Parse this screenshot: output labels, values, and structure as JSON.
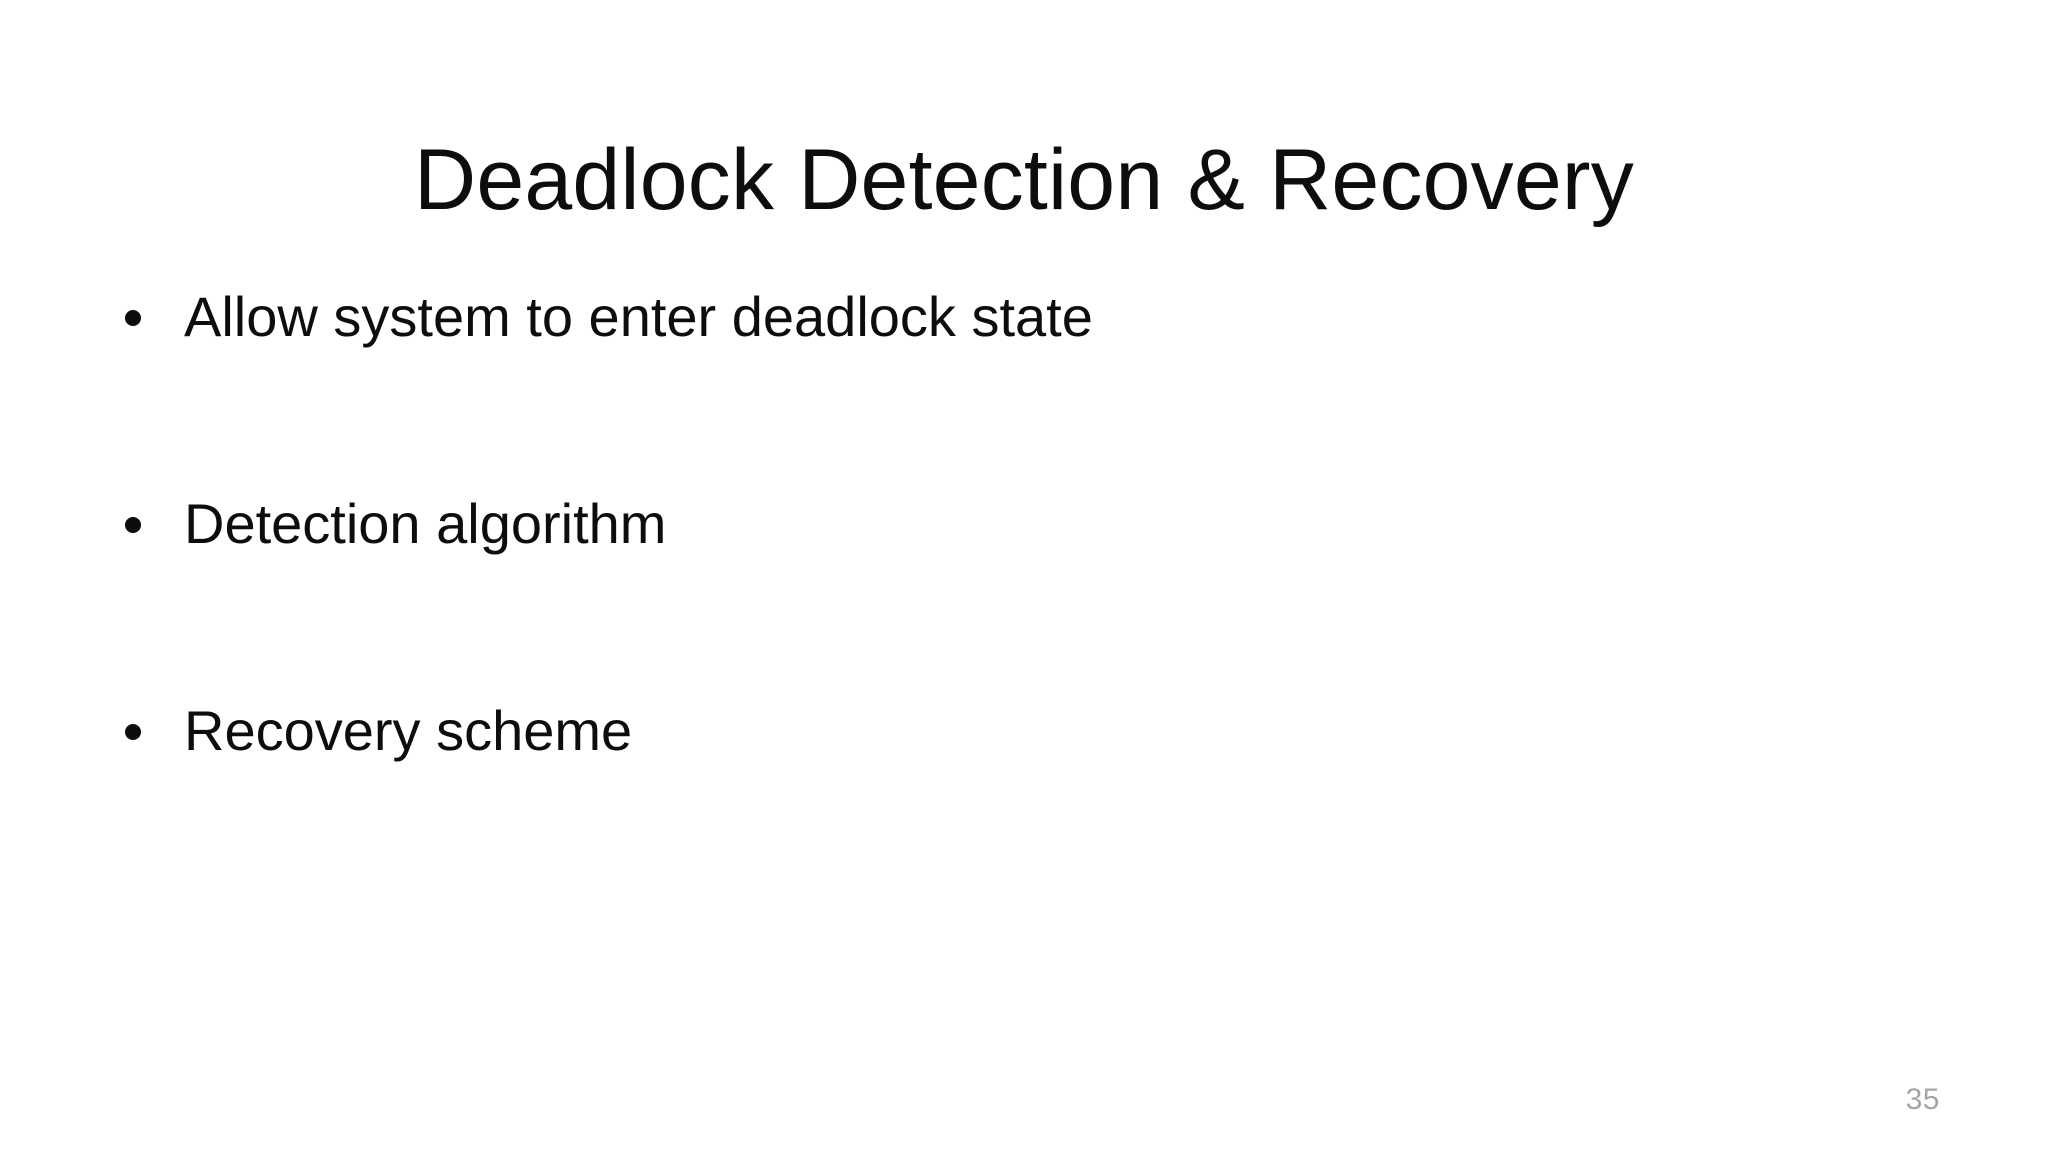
{
  "slide": {
    "title": "Deadlock Detection & Recovery",
    "bullets": [
      {
        "text": "Allow system to enter deadlock state",
        "marker": "bullet-dot-icon"
      },
      {
        "text": "Detection algorithm",
        "marker": "bullet-dot-icon"
      },
      {
        "text": "Recovery scheme",
        "marker": "bullet-dot-icon"
      }
    ],
    "page_number": "35",
    "colors": {
      "background": "#ffffff",
      "text": "#0d0d0d",
      "page_number": "#a6a6a6"
    }
  }
}
